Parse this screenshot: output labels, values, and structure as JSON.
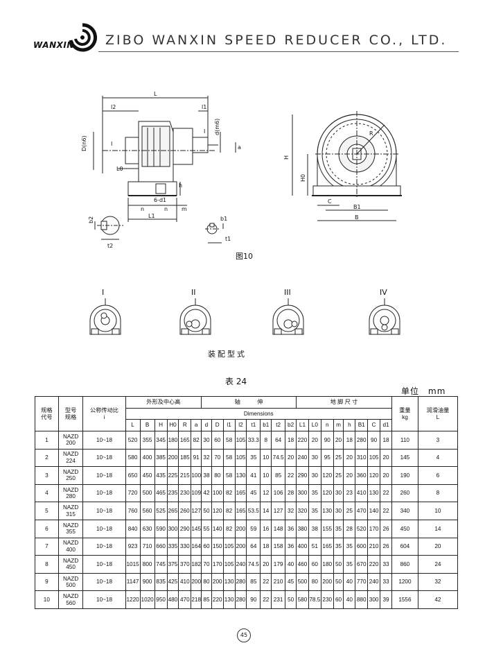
{
  "header": {
    "logo_text": "WANXIN",
    "company": "ZIBO WANXIN SPEED REDUCER CO., LTD."
  },
  "figure": {
    "caption": "图10",
    "dims_front": {
      "L": "L",
      "l2": "l2",
      "l1": "l1",
      "D": "D(n6)",
      "d": "d(m6)",
      "I": "I",
      "a": "a",
      "L0": "L0",
      "h": "h",
      "holes": "6-d1",
      "n": "n",
      "m": "m",
      "L1": "L1"
    },
    "dims_side": {
      "R": "R",
      "H": "H",
      "H0": "H0",
      "C": "C",
      "B1": "B1",
      "B": "B"
    },
    "dims_shaft": {
      "b2": "b2",
      "t2": "t2",
      "b1": "b1",
      "t1": "t1"
    }
  },
  "assembly": {
    "types": [
      "I",
      "II",
      "III",
      "IV"
    ],
    "caption": "装配型式"
  },
  "table": {
    "title": "表 24",
    "unit": "单位　mm",
    "headers": {
      "size_code": "规格\n代号",
      "model": "型号\n规格",
      "ratio": "公称传动比\ni",
      "group_outline": "外形及中心高",
      "group_shaft": "轴　　　伸",
      "group_foot": "地 脚 尺 寸",
      "dimensions": "Dimensions",
      "weight": "重量\nkg",
      "oil": "润滑油量\nL",
      "cols": [
        "L",
        "B",
        "H",
        "H0",
        "R",
        "a",
        "d",
        "D",
        "l1",
        "l2",
        "t1",
        "b1",
        "t2",
        "b2",
        "L1",
        "L0",
        "n",
        "m",
        "h",
        "B1",
        "C",
        "d1"
      ]
    },
    "rows": [
      [
        "1",
        "NAZD\n200",
        "10~18",
        "520",
        "355",
        "345",
        "180",
        "165",
        "82",
        "30",
        "60",
        "58",
        "105",
        "33.3",
        "8",
        "64",
        "18",
        "220",
        "20",
        "90",
        "20",
        "18",
        "280",
        "90",
        "18",
        "110",
        "3"
      ],
      [
        "2",
        "NAZD\n224",
        "10~18",
        "580",
        "400",
        "385",
        "200",
        "185",
        "91",
        "32",
        "70",
        "58",
        "105",
        "35",
        "10",
        "74.5",
        "20",
        "240",
        "30",
        "95",
        "25",
        "20",
        "310",
        "105",
        "20",
        "145",
        "4"
      ],
      [
        "3",
        "NAZD\n250",
        "10~18",
        "650",
        "450",
        "435",
        "225",
        "215",
        "100",
        "38",
        "80",
        "58",
        "130",
        "41",
        "10",
        "85",
        "22",
        "290",
        "30",
        "120",
        "25",
        "20",
        "360",
        "120",
        "20",
        "190",
        "6"
      ],
      [
        "4",
        "NAZD\n280",
        "10~18",
        "720",
        "500",
        "465",
        "235",
        "230",
        "109",
        "42",
        "100",
        "82",
        "165",
        "45",
        "12",
        "106",
        "28",
        "300",
        "35",
        "120",
        "30",
        "23",
        "410",
        "130",
        "22",
        "260",
        "8"
      ],
      [
        "5",
        "NAZD\n315",
        "10~18",
        "760",
        "560",
        "525",
        "265",
        "260",
        "127",
        "50",
        "120",
        "82",
        "165",
        "53.5",
        "14",
        "127",
        "32",
        "320",
        "35",
        "130",
        "30",
        "25",
        "470",
        "140",
        "22",
        "340",
        "10"
      ],
      [
        "6",
        "NAZD\n355",
        "10~18",
        "840",
        "630",
        "590",
        "300",
        "290",
        "145",
        "55",
        "140",
        "82",
        "200",
        "59",
        "16",
        "148",
        "36",
        "380",
        "38",
        "155",
        "35",
        "28",
        "520",
        "170",
        "26",
        "450",
        "14"
      ],
      [
        "7",
        "NAZD\n400",
        "10~18",
        "923",
        "710",
        "660",
        "335",
        "330",
        "164",
        "60",
        "150",
        "105",
        "200",
        "64",
        "18",
        "158",
        "36",
        "400",
        "51",
        "165",
        "35",
        "35",
        "600",
        "210",
        "26",
        "604",
        "20"
      ],
      [
        "8",
        "NAZD\n450",
        "10~18",
        "1015",
        "800",
        "745",
        "375",
        "370",
        "182",
        "70",
        "170",
        "105",
        "240",
        "74.5",
        "20",
        "179",
        "40",
        "460",
        "60",
        "180",
        "50",
        "35",
        "670",
        "220",
        "33",
        "860",
        "24"
      ],
      [
        "9",
        "NAZD\n500",
        "10~18",
        "1147",
        "900",
        "835",
        "425",
        "410",
        "200",
        "80",
        "200",
        "130",
        "280",
        "85",
        "22",
        "210",
        "45",
        "500",
        "80",
        "200",
        "50",
        "40",
        "770",
        "240",
        "33",
        "1200",
        "32"
      ],
      [
        "10",
        "NAZD\n560",
        "10~18",
        "1220",
        "1020",
        "950",
        "480",
        "470",
        "218",
        "85",
        "220",
        "130",
        "280",
        "90",
        "22",
        "231",
        "50",
        "580",
        "78.5",
        "230",
        "60",
        "40",
        "880",
        "300",
        "39",
        "1556",
        "42"
      ]
    ]
  },
  "page": {
    "number": "45"
  }
}
